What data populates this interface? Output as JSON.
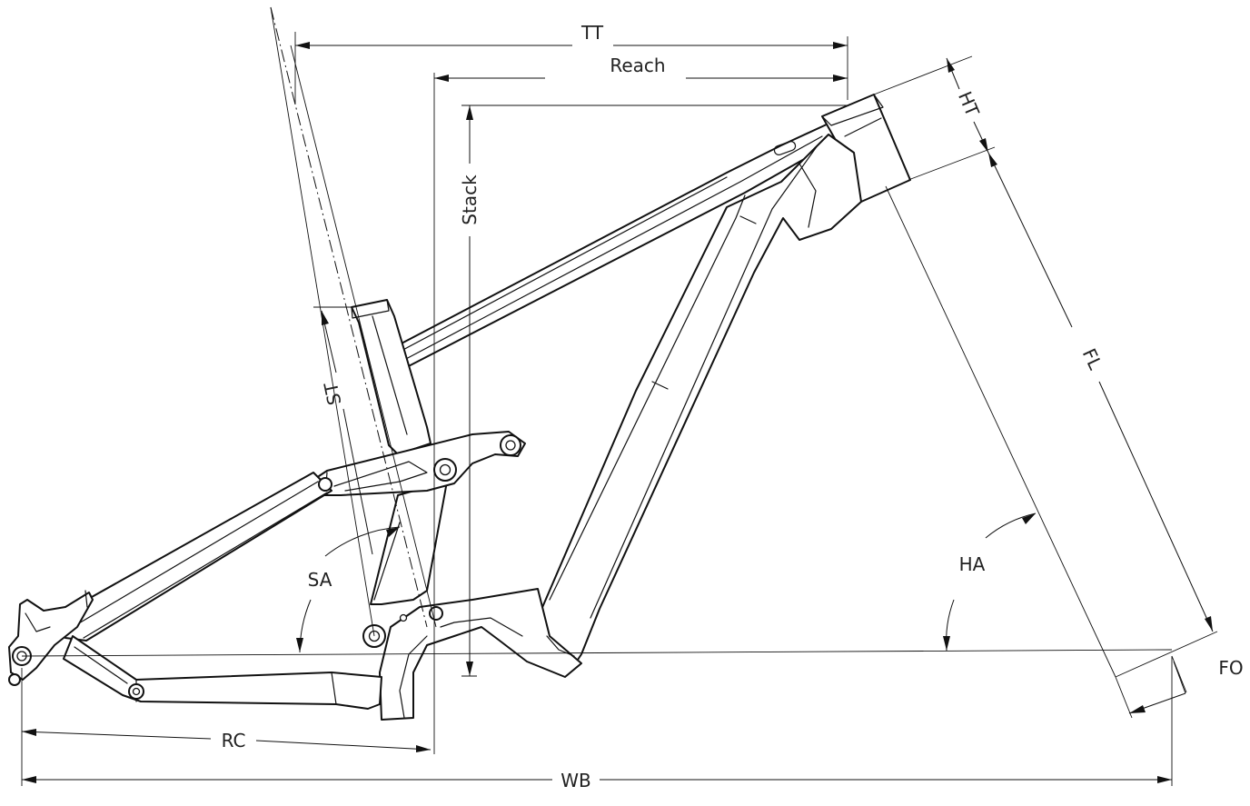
{
  "diagram": {
    "labels": {
      "tt": "TT",
      "reach": "Reach",
      "stack": "Stack",
      "ht": "HT",
      "st": "ST",
      "fl": "FL",
      "sa": "SA",
      "ha": "HA",
      "fo": "FO",
      "rc": "RC",
      "wb": "WB"
    },
    "colors": {
      "line": "#111111",
      "text": "#222222",
      "background": "#ffffff"
    }
  }
}
